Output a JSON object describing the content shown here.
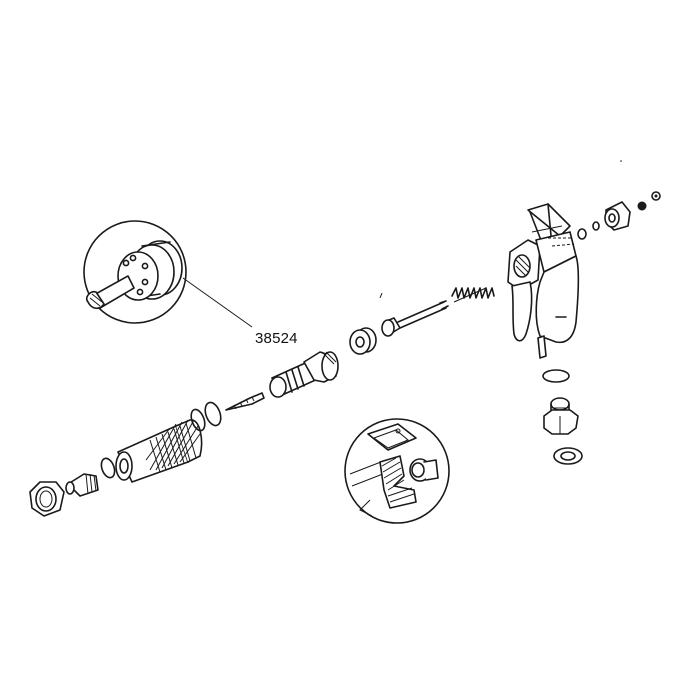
{
  "diagram": {
    "title": "",
    "type": "exploded-parts-view",
    "subject": "spray gun assembly",
    "colors": {
      "ink": "#1a1a1a",
      "background": "#ffffff"
    },
    "callouts": [
      {
        "id": "callout-1",
        "text": "38524",
        "points_to": "detail-circle-top-left"
      }
    ],
    "detail_views": [
      {
        "id": "detail-circle-top-left",
        "depicts": "valve seat / disc with holes on shaft"
      },
      {
        "id": "detail-circle-bottom-center",
        "depicts": "trigger linkage cross-section"
      }
    ],
    "parts": [
      "hex-nut-front",
      "nozzle-tip",
      "retaining-ring-small",
      "knurled-nozzle-body",
      "retaining-ring-a",
      "retaining-ring-b",
      "needle-tip",
      "valve-cartridge",
      "packing-seal",
      "needle-rod",
      "spring",
      "gun-body-handle",
      "trigger",
      "o-ring",
      "swivel-fitting",
      "washer",
      "small-washer-rear",
      "small-seal-rear",
      "rear-packing-nut",
      "rear-nut-a",
      "rear-nut-b"
    ]
  }
}
